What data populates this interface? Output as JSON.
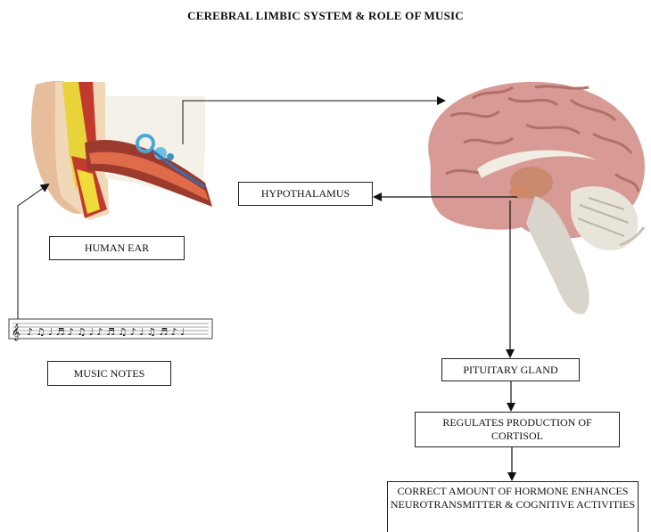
{
  "title": "CEREBRAL LIMBIC SYSTEM & ROLE OF MUSIC",
  "labels": {
    "hypothalamus": "HYPOTHALAMUS",
    "human_ear": "HUMAN EAR",
    "music_notes": "MUSIC NOTES",
    "pituitary": "PITUITARY GLAND",
    "regulates": "REGULATES PRODUCTION OF CORTISOL",
    "correct": "CORRECT AMOUNT OF HORMONE ENHANCES NEUROTRANSMITTER & COGNITIVE ACTIVITIES"
  },
  "colors": {
    "brain": "#d89a94",
    "brain_dark": "#b26f6a",
    "brainstem": "#d9d5cc",
    "ear_skin": "#e8c19f",
    "ear_red": "#c0392b",
    "ear_yellow": "#f2df3b",
    "ear_blue": "#4aa8d8"
  },
  "icons": {
    "ear_model": "ear-anatomy-model",
    "brain_model": "brain-sagittal-model",
    "sheet_music": "music-staff-strip"
  }
}
